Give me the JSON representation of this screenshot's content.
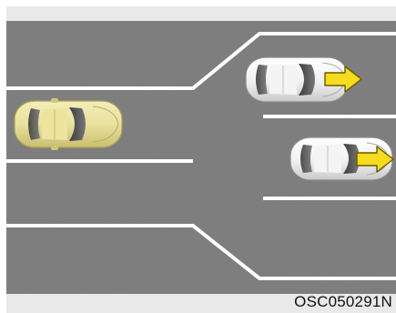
{
  "figure": {
    "code": "OSC050291N",
    "colors": {
      "road": "#7b7b7b",
      "lane_marking": "#ffffff",
      "margin": "#e9e9e9",
      "subject_car": "#e7df9c",
      "other_cars": "#f2f2f2",
      "arrow": "#f4dc1e"
    },
    "objects": {
      "subject_car": {
        "icon": "car-top-view-icon",
        "color_name": "yellow"
      },
      "other_cars": [
        {
          "icon": "car-top-view-icon",
          "color_name": "white",
          "direction": "right"
        },
        {
          "icon": "car-top-view-icon",
          "color_name": "white",
          "direction": "right"
        }
      ],
      "arrow_icon": "arrow-right-icon"
    }
  }
}
